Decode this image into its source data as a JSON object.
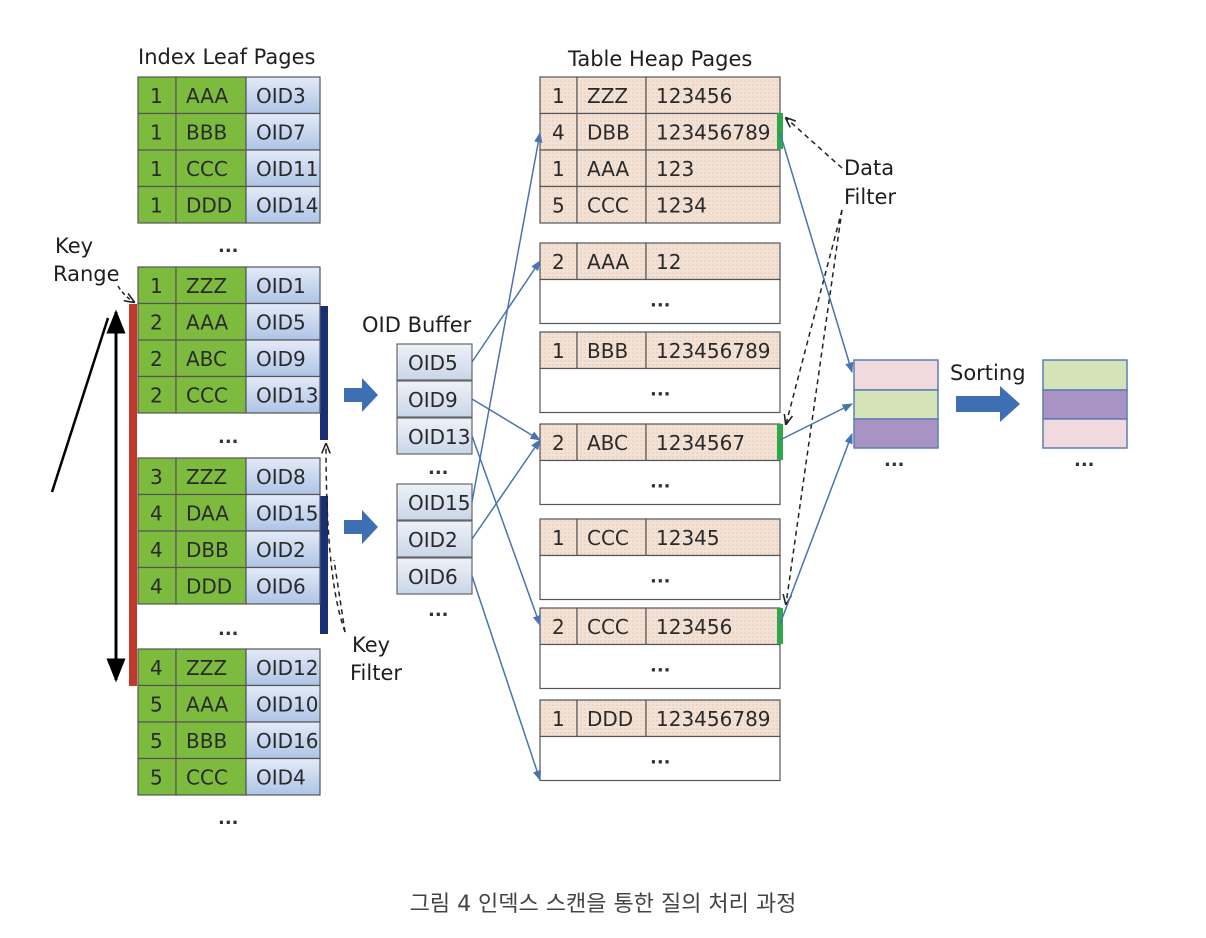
{
  "labels": {
    "index_leaf_pages": "Index Leaf Pages",
    "table_heap_pages": "Table Heap Pages",
    "oid_buffer": "OID Buffer",
    "key_range_1": "Key",
    "key_range_2": "Range",
    "key_filter_1": "Key",
    "key_filter_2": "Filter",
    "data_filter_1": "Data",
    "data_filter_2": "Filter",
    "sorting": "Sorting",
    "ellipsis": "..."
  },
  "caption": "그림 4 인덱스 스캔을 통한 질의 처리 과정",
  "colors": {
    "key_cell": "#7dbb3f",
    "oid_cell": "#c5d5ee",
    "heap_cell": "#f3e1d4",
    "range_bar": "#c0392b",
    "filter_bar": "#1a2f73",
    "pass_marker": "#2ea84a",
    "arrow": "#4a73b0",
    "sort_pink": "#f2d9dd",
    "sort_green": "#d5e4b8",
    "sort_purple": "#a893c4"
  },
  "index_pages": [
    [
      [
        "1",
        "AAA",
        "OID3"
      ],
      [
        "1",
        "BBB",
        "OID7"
      ],
      [
        "1",
        "CCC",
        "OID11"
      ],
      [
        "1",
        "DDD",
        "OID14"
      ]
    ],
    [
      [
        "1",
        "ZZZ",
        "OID1"
      ],
      [
        "2",
        "AAA",
        "OID5"
      ],
      [
        "2",
        "ABC",
        "OID9"
      ],
      [
        "2",
        "CCC",
        "OID13"
      ]
    ],
    [
      [
        "3",
        "ZZZ",
        "OID8"
      ],
      [
        "4",
        "DAA",
        "OID15"
      ],
      [
        "4",
        "DBB",
        "OID2"
      ],
      [
        "4",
        "DDD",
        "OID6"
      ]
    ],
    [
      [
        "4",
        "ZZZ",
        "OID12"
      ],
      [
        "5",
        "AAA",
        "OID10"
      ],
      [
        "5",
        "BBB",
        "OID16"
      ],
      [
        "5",
        "CCC",
        "OID4"
      ]
    ]
  ],
  "oid_buffers": [
    [
      "OID5",
      "OID9",
      "OID13"
    ],
    [
      "OID15",
      "OID2",
      "OID6"
    ]
  ],
  "heap_pages": [
    [
      [
        "1",
        "ZZZ",
        "123456"
      ],
      [
        "4",
        "DBB",
        "123456789"
      ],
      [
        "1",
        "AAA",
        "123"
      ],
      [
        "5",
        "CCC",
        "1234"
      ]
    ],
    [
      [
        "2",
        "AAA",
        "12"
      ]
    ],
    [
      [
        "1",
        "BBB",
        "123456789"
      ]
    ],
    [
      [
        "2",
        "ABC",
        "1234567"
      ]
    ],
    [
      [
        "1",
        "CCC",
        "12345"
      ]
    ],
    [
      [
        "2",
        "CCC",
        "123456"
      ]
    ],
    [
      [
        "1",
        "DDD",
        "123456789"
      ]
    ]
  ]
}
